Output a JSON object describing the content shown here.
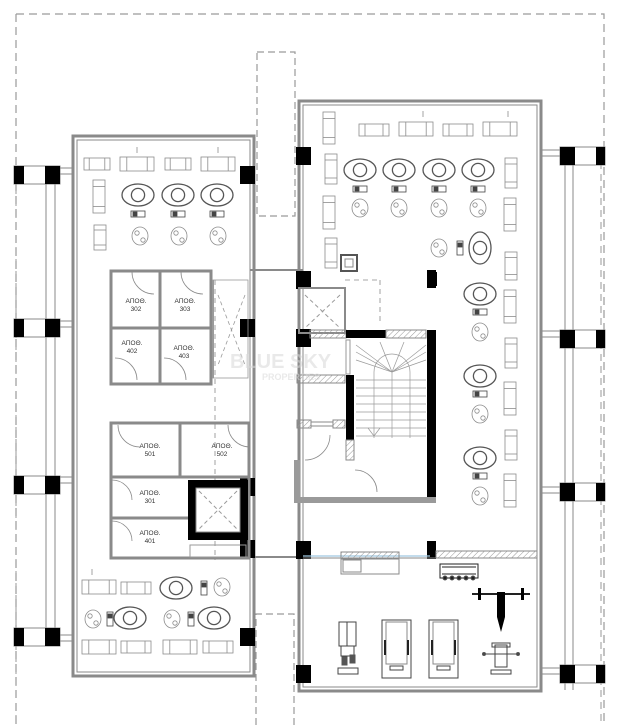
{
  "drawing": {
    "type": "architectural-floor-plan",
    "colors": {
      "wall": "#8a8a8a",
      "column": "#000000",
      "dashed": "#9a9a9a",
      "furniture": "#8c8c8c",
      "hatch": "#9a9a9a",
      "glazing": "#9fc8e0"
    }
  },
  "watermark": {
    "line1": "BLUE SKY",
    "line2": "PROPERTIES"
  },
  "rooms": [
    {
      "id": "302",
      "label": "ΑΠΟΘ.",
      "number": "302"
    },
    {
      "id": "303",
      "label": "ΑΠΟΘ.",
      "number": "303"
    },
    {
      "id": "402",
      "label": "ΑΠΟΘ.",
      "number": "402"
    },
    {
      "id": "403",
      "label": "ΑΠΟΘ.",
      "number": "403"
    },
    {
      "id": "501",
      "label": "ΑΠΟΘ.",
      "number": "501"
    },
    {
      "id": "502",
      "label": "ΑΠΟΘ.",
      "number": "502"
    },
    {
      "id": "301",
      "label": "ΑΠΟΘ.",
      "number": "301"
    },
    {
      "id": "401",
      "label": "ΑΠΟΘ.",
      "number": "401"
    }
  ],
  "zones": {
    "left_wing": "pool-deck-left",
    "right_wing": "pool-deck-right",
    "core": "stair-and-elevator-core",
    "gym": "gym-area"
  },
  "icons": {
    "sunbed": "sunbed-icon",
    "lounge_chair": "oval-lounge-chair-icon",
    "side_table": "side-table-icon",
    "round_table": "round-table-icon",
    "treadmill": "treadmill-icon",
    "bench_press": "bench-press-icon",
    "dumbbell_rack": "dumbbell-rack-icon",
    "multi_gym": "multi-gym-icon",
    "exercise_bike": "exercise-bike-icon",
    "elevator": "elevator-icon",
    "stair": "staircase-icon",
    "column": "column-icon",
    "door": "door-swing-icon"
  }
}
